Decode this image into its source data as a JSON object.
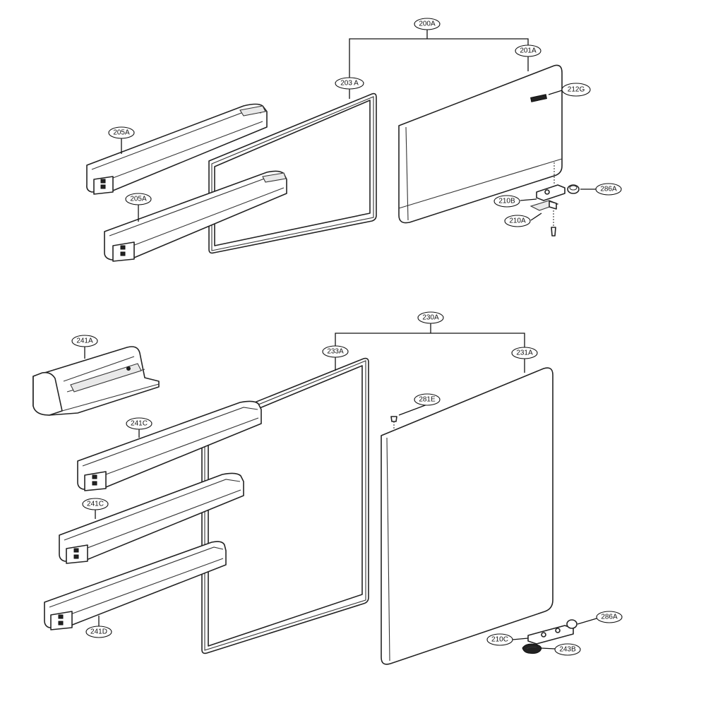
{
  "labels": {
    "top_door_assembly": "200A",
    "top_door": "201A",
    "top_gasket": "203 A",
    "top_logo": "212G",
    "top_basket_upper": "205A",
    "top_basket_lower": "205A",
    "top_hinge_bracket": "210B",
    "top_hinge_pin": "210A",
    "top_cap": "286A",
    "bottom_door_assembly": "230A",
    "bottom_door": "231A",
    "bottom_gasket": "233A",
    "bottom_cap_screw": "281E",
    "dairy_box": "241A",
    "bottom_basket_1": "241C",
    "bottom_basket_2": "241C",
    "bottom_basket_3": "241D",
    "bottom_hinge": "210C",
    "bottom_cap": "286A",
    "bottom_spring": "243B"
  },
  "colors": {
    "line": "#222222",
    "fill": "#ffffff",
    "shade": "#e9e9e9"
  }
}
